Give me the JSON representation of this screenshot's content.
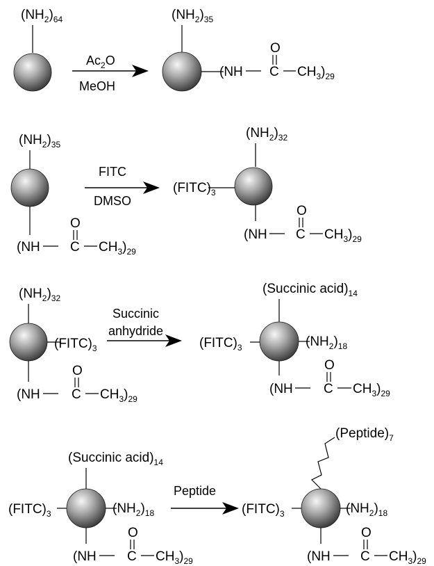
{
  "scheme": {
    "reactions": [
      {
        "reagent_top": "Ac",
        "reagent_top_sub": "2",
        "reagent_top_tail": "O",
        "reagent_bottom": "MeOH",
        "reactant": {
          "top_group": "(NH",
          "top_sub1": "2",
          "top_tail": ")",
          "top_sub2": "64"
        },
        "product": {
          "top_group": "(NH",
          "top_sub1": "2",
          "top_tail": ")",
          "top_sub2": "35",
          "acetyl_nh": "(NH",
          "acetyl_c": "C",
          "acetyl_o": "O",
          "acetyl_ch": "CH",
          "acetyl_sub1": "3",
          "acetyl_tail": ")",
          "acetyl_sub2": "29"
        }
      },
      {
        "reagent_top": "FITC",
        "reagent_bottom": "DMSO",
        "reactant": {
          "top_group": "(NH",
          "top_sub1": "2",
          "top_tail": ")",
          "top_sub2": "35",
          "acetyl_nh": "(NH",
          "acetyl_c": "C",
          "acetyl_o": "O",
          "acetyl_ch": "CH",
          "acetyl_sub1": "3",
          "acetyl_tail": ")",
          "acetyl_sub2": "29"
        },
        "product": {
          "left_group": "(FITC)",
          "left_sub": "3",
          "top_group": "(NH",
          "top_sub1": "2",
          "top_tail": ")",
          "top_sub2": "32",
          "acetyl_nh": "(NH",
          "acetyl_c": "C",
          "acetyl_o": "O",
          "acetyl_ch": "CH",
          "acetyl_sub1": "3",
          "acetyl_tail": ")",
          "acetyl_sub2": "29"
        }
      },
      {
        "reagent_top": "Succinic",
        "reagent_bottom": "anhydride",
        "reactant": {
          "top_group": "(NH",
          "top_sub1": "2",
          "top_tail": ")",
          "top_sub2": "32",
          "right_group": "(FITC)",
          "right_sub": "3",
          "acetyl_nh": "(NH",
          "acetyl_c": "C",
          "acetyl_o": "O",
          "acetyl_ch": "CH",
          "acetyl_sub1": "3",
          "acetyl_tail": ")",
          "acetyl_sub2": "29"
        },
        "product": {
          "top_group": "(Succinic acid)",
          "top_sub": "14",
          "left_group": "(FITC)",
          "left_sub": "3",
          "right_group": "(NH",
          "right_sub1": "2",
          "right_tail": ")",
          "right_sub2": "18",
          "acetyl_nh": "(NH",
          "acetyl_c": "C",
          "acetyl_o": "O",
          "acetyl_ch": "CH",
          "acetyl_sub1": "3",
          "acetyl_tail": ")",
          "acetyl_sub2": "29"
        }
      },
      {
        "reagent_top": "Peptide",
        "reactant": {
          "top_group": "(Succinic acid)",
          "top_sub": "14",
          "left_group": "(FITC)",
          "left_sub": "3",
          "right_group": "(NH",
          "right_sub1": "2",
          "right_tail": ")",
          "right_sub2": "18",
          "acetyl_nh": "(NH",
          "acetyl_c": "C",
          "acetyl_o": "O",
          "acetyl_ch": "CH",
          "acetyl_sub1": "3",
          "acetyl_tail": ")",
          "acetyl_sub2": "29"
        },
        "product": {
          "top_group": "(Peptide)",
          "top_sub": "7",
          "left_group": "(FITC)",
          "left_sub": "3",
          "right_group": "(NH",
          "right_sub1": "2",
          "right_tail": ")",
          "right_sub2": "18",
          "acetyl_nh": "(NH",
          "acetyl_c": "C",
          "acetyl_o": "O",
          "acetyl_ch": "CH",
          "acetyl_sub1": "3",
          "acetyl_tail": ")",
          "acetyl_sub2": "29"
        }
      }
    ]
  }
}
